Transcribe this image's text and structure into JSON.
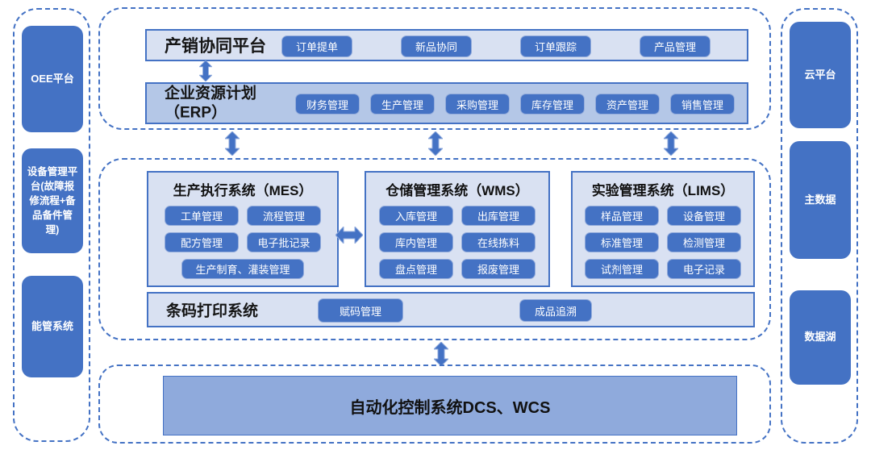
{
  "colors": {
    "accent": "#4472C4",
    "panel_light": "#D9E1F2",
    "panel_medium": "#B4C7E7",
    "panel_dark": "#8FAADC",
    "node_blue": "#4472C4"
  },
  "left_sidebar": {
    "items": [
      {
        "label": "OEE平台"
      },
      {
        "label": "设备管理平台(故障报修流程+备品备件管理)"
      },
      {
        "label": "能管系统"
      }
    ]
  },
  "right_sidebar": {
    "items": [
      {
        "label": "云平台"
      },
      {
        "label": "主数据"
      },
      {
        "label": "数据湖"
      }
    ]
  },
  "top_section": {
    "sales_platform": {
      "title": "产销协同平台",
      "buttons": [
        "订单提单",
        "新品协同",
        "订单跟踪",
        "产品管理"
      ]
    },
    "erp": {
      "title_line1": "企业资源计划",
      "title_line2": "（ERP）",
      "buttons": [
        "财务管理",
        "生产管理",
        "采购管理",
        "库存管理",
        "资产管理",
        "销售管理"
      ]
    }
  },
  "middle_section": {
    "mes": {
      "title": "生产执行系统（MES）",
      "row1": [
        "工单管理",
        "流程管理"
      ],
      "row2": [
        "配方管理",
        "电子批记录"
      ],
      "wide_button": "生产制育、灌装管理"
    },
    "wms": {
      "title": "仓储管理系统（WMS）",
      "rows": [
        [
          "入库管理",
          "出库管理"
        ],
        [
          "库内管理",
          "在线拣料"
        ],
        [
          "盘点管理",
          "报废管理"
        ]
      ]
    },
    "lims": {
      "title": "实验管理系统（LIMS）",
      "rows": [
        [
          "样品管理",
          "设备管理"
        ],
        [
          "标准管理",
          "检测管理"
        ],
        [
          "试剂管理",
          "电子记录"
        ]
      ]
    },
    "barcode": {
      "title": "条码打印系统",
      "buttons": [
        "赋码管理",
        "成品追溯"
      ]
    }
  },
  "bottom_section": {
    "title": "自动化控制系统DCS、WCS"
  }
}
